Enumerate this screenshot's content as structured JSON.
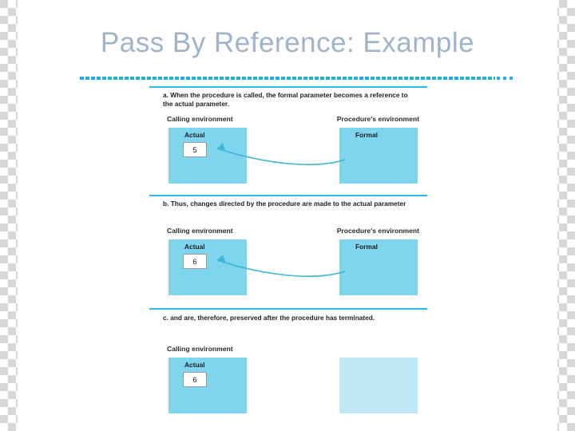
{
  "slide": {
    "title": "Pass By Reference: Example",
    "title_color": "#9fb3c9",
    "accent_color": "#21b0e0",
    "box_color": "#7fd4ee",
    "box_pale_color": "#bfe8f6"
  },
  "figure": {
    "panels": [
      {
        "key": "a",
        "caption_label": "a.",
        "caption_text": "When the procedure is called, the formal parameter becomes a reference to the actual parameter.",
        "left_env_label": "Calling environment",
        "right_env_label": "Procedure's environment",
        "left_box_label": "Actual",
        "right_box_label": "Formal",
        "value": "5",
        "has_arrow": true,
        "right_box_filled": true
      },
      {
        "key": "b",
        "caption_label": "b.",
        "caption_text": "Thus, changes directed by the procedure are made to the actual parameter",
        "left_env_label": "Calling environment",
        "right_env_label": "Procedure's environment",
        "left_box_label": "Actual",
        "right_box_label": "Formal",
        "value": "6",
        "has_arrow": true,
        "right_box_filled": true
      },
      {
        "key": "c",
        "caption_label": "c.",
        "caption_text": "and are, therefore, preserved after the procedure has terminated.",
        "left_env_label": "Calling environment",
        "right_env_label": "",
        "left_box_label": "Actual",
        "right_box_label": "",
        "value": "6",
        "has_arrow": false,
        "right_box_filled": false
      }
    ]
  }
}
